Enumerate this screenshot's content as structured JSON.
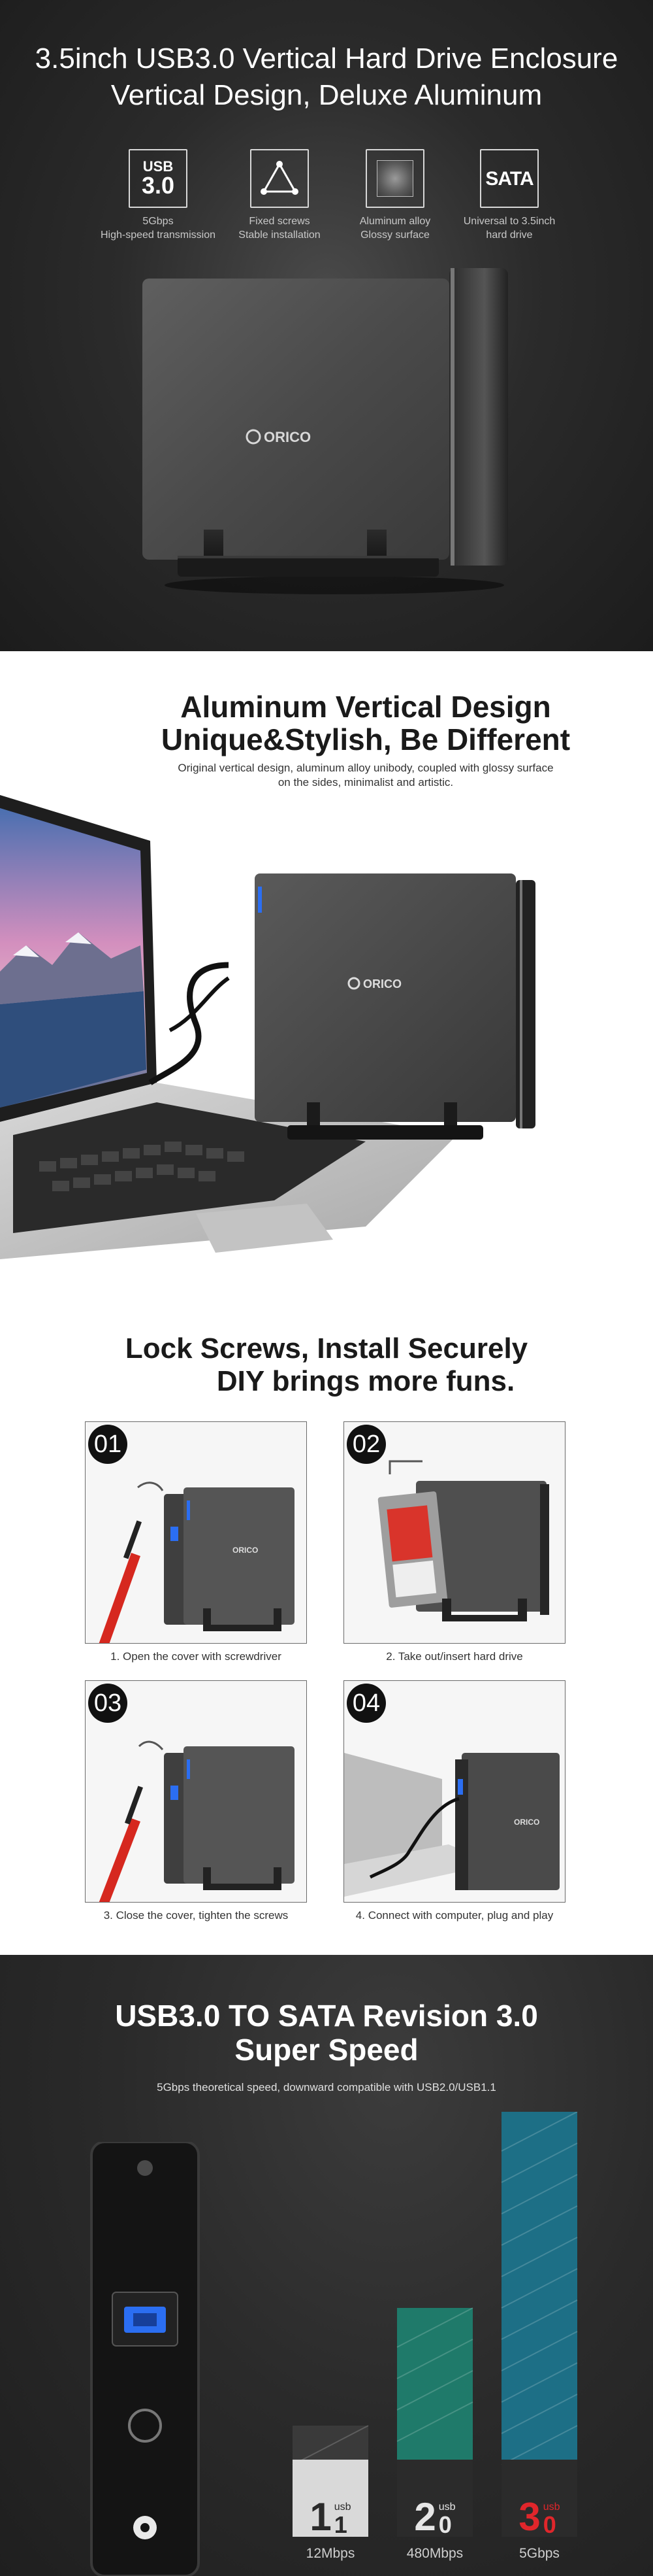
{
  "hero": {
    "title_line1": "3.5inch USB3.0 Vertical Hard Drive Enclosure",
    "title_line2": "Vertical Design, Deluxe Aluminum",
    "features": [
      {
        "icon": "usb-3-badge-icon",
        "badge_top": "USB",
        "badge_bottom": "3.0",
        "line1": "5Gbps",
        "line2": "High-speed transmission"
      },
      {
        "icon": "triangle-screws-icon",
        "line1": "Fixed screws",
        "line2": "Stable installation"
      },
      {
        "icon": "aluminum-square-icon",
        "line1": "Aluminum alloy",
        "line2": "Glossy surface"
      },
      {
        "icon": "sata-badge-icon",
        "badge": "SATA",
        "line1": "Universal to 3.5inch",
        "line2": "hard drive"
      }
    ],
    "brand": "ORICO"
  },
  "design": {
    "title_line1": "Aluminum Vertical Design",
    "title_line2": "Unique&Stylish, Be Different",
    "subtitle_line1": "Original vertical design, aluminum alloy unibody, coupled with glossy surface",
    "subtitle_line2": "on the sides, minimalist and artistic.",
    "brand": "ORICO"
  },
  "install": {
    "title_line1": "Lock Screws, Install Securely",
    "title_line2": "DIY brings more funs.",
    "steps": [
      {
        "num": "01",
        "caption": "1. Open the cover with screwdriver"
      },
      {
        "num": "02",
        "caption": "2. Take out/insert hard drive"
      },
      {
        "num": "03",
        "caption": "3. Close the cover, tighten the screws"
      },
      {
        "num": "04",
        "caption": "4. Connect with computer, plug and play"
      }
    ],
    "brand": "ORICO"
  },
  "speed": {
    "title_line1": "USB3.0 TO SATA Revision 3.0",
    "title_line2": "Super Speed",
    "subtitle": "5Gbps theoretical speed, downward compatible with USB2.0/USB1.1",
    "usb_word": "usb",
    "bars": [
      {
        "major": "1",
        "minor": "1",
        "label": "12Mbps",
        "color": "#3a3a3a",
        "badge_bg": "#d9d9d9",
        "badge_fg": "#2a2a2a"
      },
      {
        "major": "2",
        "minor": "0",
        "label": "480Mbps",
        "color": "#1f7a6a",
        "badge_bg": "#2b2b2b",
        "badge_fg": "#e6e6e6"
      },
      {
        "major": "3",
        "minor": "0",
        "label": "5Gbps",
        "color": "#1d6f86",
        "badge_bg": "#2b2b2b",
        "badge_fg": "#e0262b"
      }
    ]
  }
}
